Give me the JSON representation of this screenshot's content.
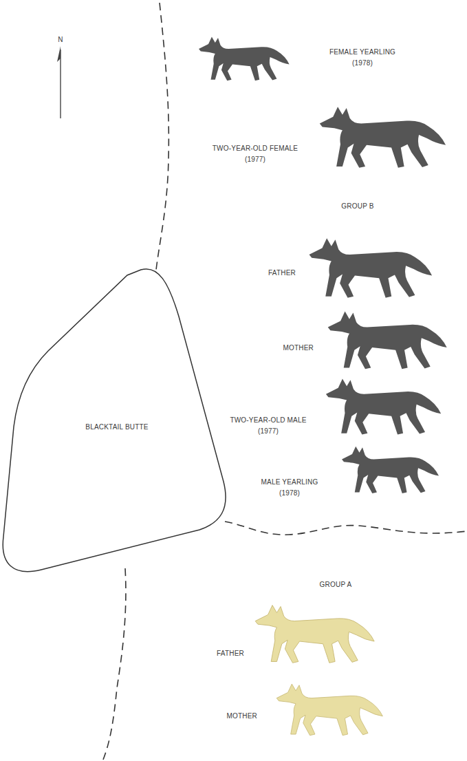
{
  "diagram": {
    "nodes": [
      {
        "text": [
          "BLACKTAIL BUTTE"
        ]
      }
    ],
    "labels": [
      "N",
      "FEMALE YEARLING (1978)",
      "TWO-YEAR-OLD FEMALE (1977)",
      "GROUP B",
      "FATHER",
      "MOTHER",
      "TWO-YEAR-OLD MALE (1977)",
      "MALE YEARLING (1978)",
      "GROUP A",
      "FATHER",
      "MOTHER"
    ]
  }
}
